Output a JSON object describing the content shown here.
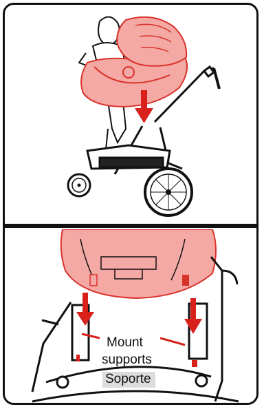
{
  "illustration": {
    "top_panel": "parent placing infant car seat onto stroller",
    "bottom_panel": "close-up of car seat mount engaging stroller supports"
  },
  "callouts": {
    "line1": "Mount",
    "line2": "supports",
    "line3": "Soporte"
  },
  "colors": {
    "seat_fill": "#f4a9a4",
    "seat_outline": "#d9322b",
    "arrow": "#d9211c",
    "line": "#111111",
    "label_highlight": "#dcdcdc"
  },
  "icons": {
    "arrow_top": "down-arrow-icon",
    "arrow_left": "down-arrow-icon",
    "arrow_right": "down-arrow-icon"
  }
}
